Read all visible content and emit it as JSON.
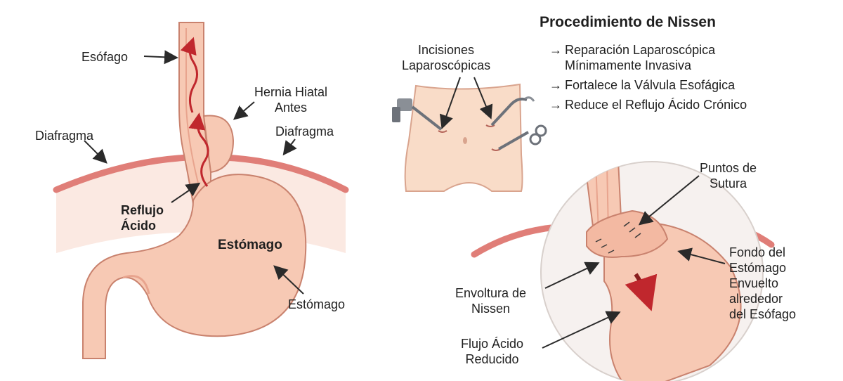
{
  "title": "Procedimiento de Nissen",
  "bullets": [
    {
      "lines": [
        "Reparación Laparoscópica",
        "Mínimamente Invasiva"
      ]
    },
    {
      "lines": [
        "Fortalece la Válvula Esofágica"
      ]
    },
    {
      "lines": [
        "Reduce el Reflujo Ácido Crónico"
      ]
    }
  ],
  "labels": {
    "esofago": "Esófago",
    "hernia_line1": "Hernia Hiatal",
    "hernia_line2": "Antes",
    "diafragma_left": "Diafragma",
    "diafragma_right": "Diafragma",
    "reflujo_line1": "Reflujo",
    "reflujo_line2": "Ácido",
    "estomago_inner": "Estómago",
    "estomago_outer": "Estómago",
    "incisiones_line1": "Incisiones",
    "incisiones_line2": "Laparoscópicas",
    "puntos_line1": "Puntos de",
    "puntos_line2": "Sutura",
    "fondo_lines": [
      "Fondo del",
      "Estómago",
      "Envuelto",
      "alrededor",
      "del Esófago"
    ],
    "envoltura_line1": "Envoltura de",
    "envoltura_line2": "Nissen",
    "flujo_line1": "Flujo Ácido",
    "flujo_line2": "Reducido"
  },
  "icons": {
    "bullet_arrow": "→"
  },
  "colors": {
    "tissue": "#f7c9b4",
    "tissue_dark": "#e8a48e",
    "outline": "#c9826e",
    "diaphragm": "#e07e78",
    "acid_arrow": "#c0272d",
    "skin": "#f9dcc8",
    "text": "#1f1f1f"
  }
}
